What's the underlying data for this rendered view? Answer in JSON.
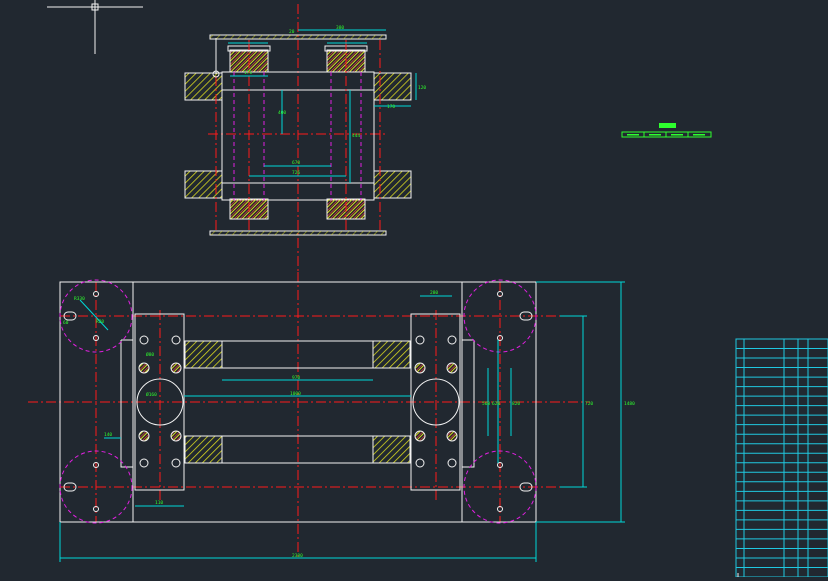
{
  "colors": {
    "background": "#212830",
    "outline": "#f2f2f2",
    "centerline": "#ff1a1a",
    "dimension": "#00d7d7",
    "dimension_text": "#2eff2e",
    "hidden": "#e020e0",
    "hatch": "#d8d820",
    "table": "#20c8e0"
  },
  "cursor": {
    "type": "crosshair-icon"
  },
  "top_view": {
    "dims": {
      "top_span": "380",
      "rail": "20",
      "pad_w": "170",
      "pad_h": "120",
      "inner_a": "176",
      "height": "400",
      "center": "444",
      "bottom_a": "670",
      "bottom_b": "726"
    }
  },
  "plan_view": {
    "dims": {
      "overall_width": "2380",
      "overall_height": "1480",
      "inner_span": "970",
      "center_span": "1000",
      "block_width": "280",
      "r_bolt": "R20",
      "hole_dia": "Ø160",
      "hole_b": "Ø80",
      "side_a": "140",
      "side_b": "60",
      "side_c": "110",
      "r1": "R330",
      "v1": "560",
      "v2": "620",
      "v3": "820",
      "v4": "720"
    }
  },
  "title_label": {
    "heading": "",
    "cells": [
      "",
      "",
      "",
      ""
    ]
  },
  "table": {
    "rows": 25
  }
}
